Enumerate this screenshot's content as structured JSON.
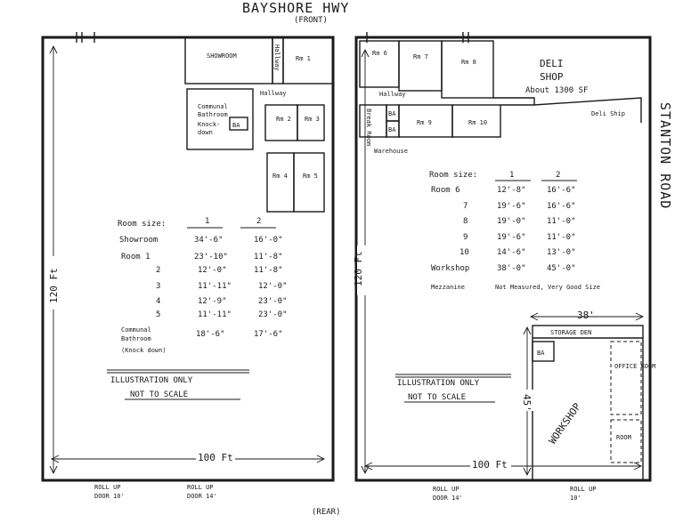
{
  "header": {
    "street": "BAYSHORE HWY",
    "front": "(FRONT)"
  },
  "footer": {
    "rear": "(REAR)"
  },
  "side_street": "STANTON ROAD",
  "left_building": {
    "rooms": {
      "showroom": "SHOWROOM",
      "hallway_v": "Hallway",
      "rm1": "Rm 1",
      "hallway": "Hallway",
      "bathroom_1": "Communal",
      "bathroom_2": "Bathroom",
      "bathroom_3": "Knock-",
      "bathroom_4": "down",
      "ba": "BA",
      "rm2": "Rm 2",
      "rm3": "Rm 3",
      "rm4": "Rm 4",
      "rm5": "Rm 5"
    },
    "depth_label": "120 Ft",
    "width_label": "100 Ft",
    "note_1": "ILLUSTRATION ONLY",
    "note_2": "NOT TO SCALE",
    "doors": [
      {
        "l1": "ROLL UP",
        "l2": "DOOR 10'"
      },
      {
        "l1": "ROLL UP",
        "l2": "DOOR 14'"
      }
    ],
    "table": {
      "header": [
        "Room size:",
        "1",
        "2"
      ],
      "rows": [
        [
          "Showroom",
          "34'-6\"",
          "16'-0\""
        ],
        [
          "Room 1",
          "23'-10\"",
          "11'-8\""
        ],
        [
          "2",
          "12'-0\"",
          "11'-8\""
        ],
        [
          "3",
          "11'-11\"",
          "12'-0\""
        ],
        [
          "4",
          "12'-9\"",
          "23'-0\""
        ],
        [
          "5",
          "11'-11\"",
          "23'-0\""
        ]
      ],
      "bath_row": {
        "l1": "Communal",
        "l2": "Bathroom",
        "l3": "(Knock down)",
        "c1": "18'-6\"",
        "c2": "17'-6\""
      }
    }
  },
  "right_building": {
    "rooms": {
      "rm6": "Rm 6",
      "rm7": "Rm 7",
      "rm8": "Rm 8",
      "hallway": "Hallway",
      "break_room": "Break Room",
      "ba1": "BA",
      "ba2": "BA",
      "rm9": "Rm 9",
      "rm10": "Rm 10",
      "warehouse": "Warehouse",
      "deli_1": "DELI",
      "deli_2": "SHOP",
      "deli_3": "About 1300 SF",
      "deli_ship": "Deli Ship",
      "storage": "STORAGE DEN",
      "workshop_ba": "BA",
      "office": "OFFICE ROOM",
      "room": "ROOM",
      "workshop": "WORKSHOP"
    },
    "depth_label": "120 Ft",
    "width_label": "100 Ft",
    "workshop_w": "38'",
    "workshop_d": "45'",
    "note_1": "ILLUSTRATION ONLY",
    "note_2": "NOT TO SCALE",
    "doors": [
      {
        "l1": "ROLL UP",
        "l2": "DOOR 14'"
      },
      {
        "l1": "ROLL UP",
        "l2": "10'"
      }
    ],
    "table": {
      "header": [
        "Room size:",
        "1",
        "2"
      ],
      "rows": [
        [
          "Room 6",
          "12'-8\"",
          "16'-6\""
        ],
        [
          "7",
          "19'-6\"",
          "16'-6\""
        ],
        [
          "8",
          "19'-0\"",
          "11'-0\""
        ],
        [
          "9",
          "19'-6\"",
          "11'-0\""
        ],
        [
          "10",
          "14'-6\"",
          "13'-0\""
        ],
        [
          "Workshop",
          "38'-0\"",
          "45'-0\""
        ]
      ],
      "mezzanine": [
        "Mezzanine",
        "Not Measured, Very Good Size"
      ]
    }
  }
}
